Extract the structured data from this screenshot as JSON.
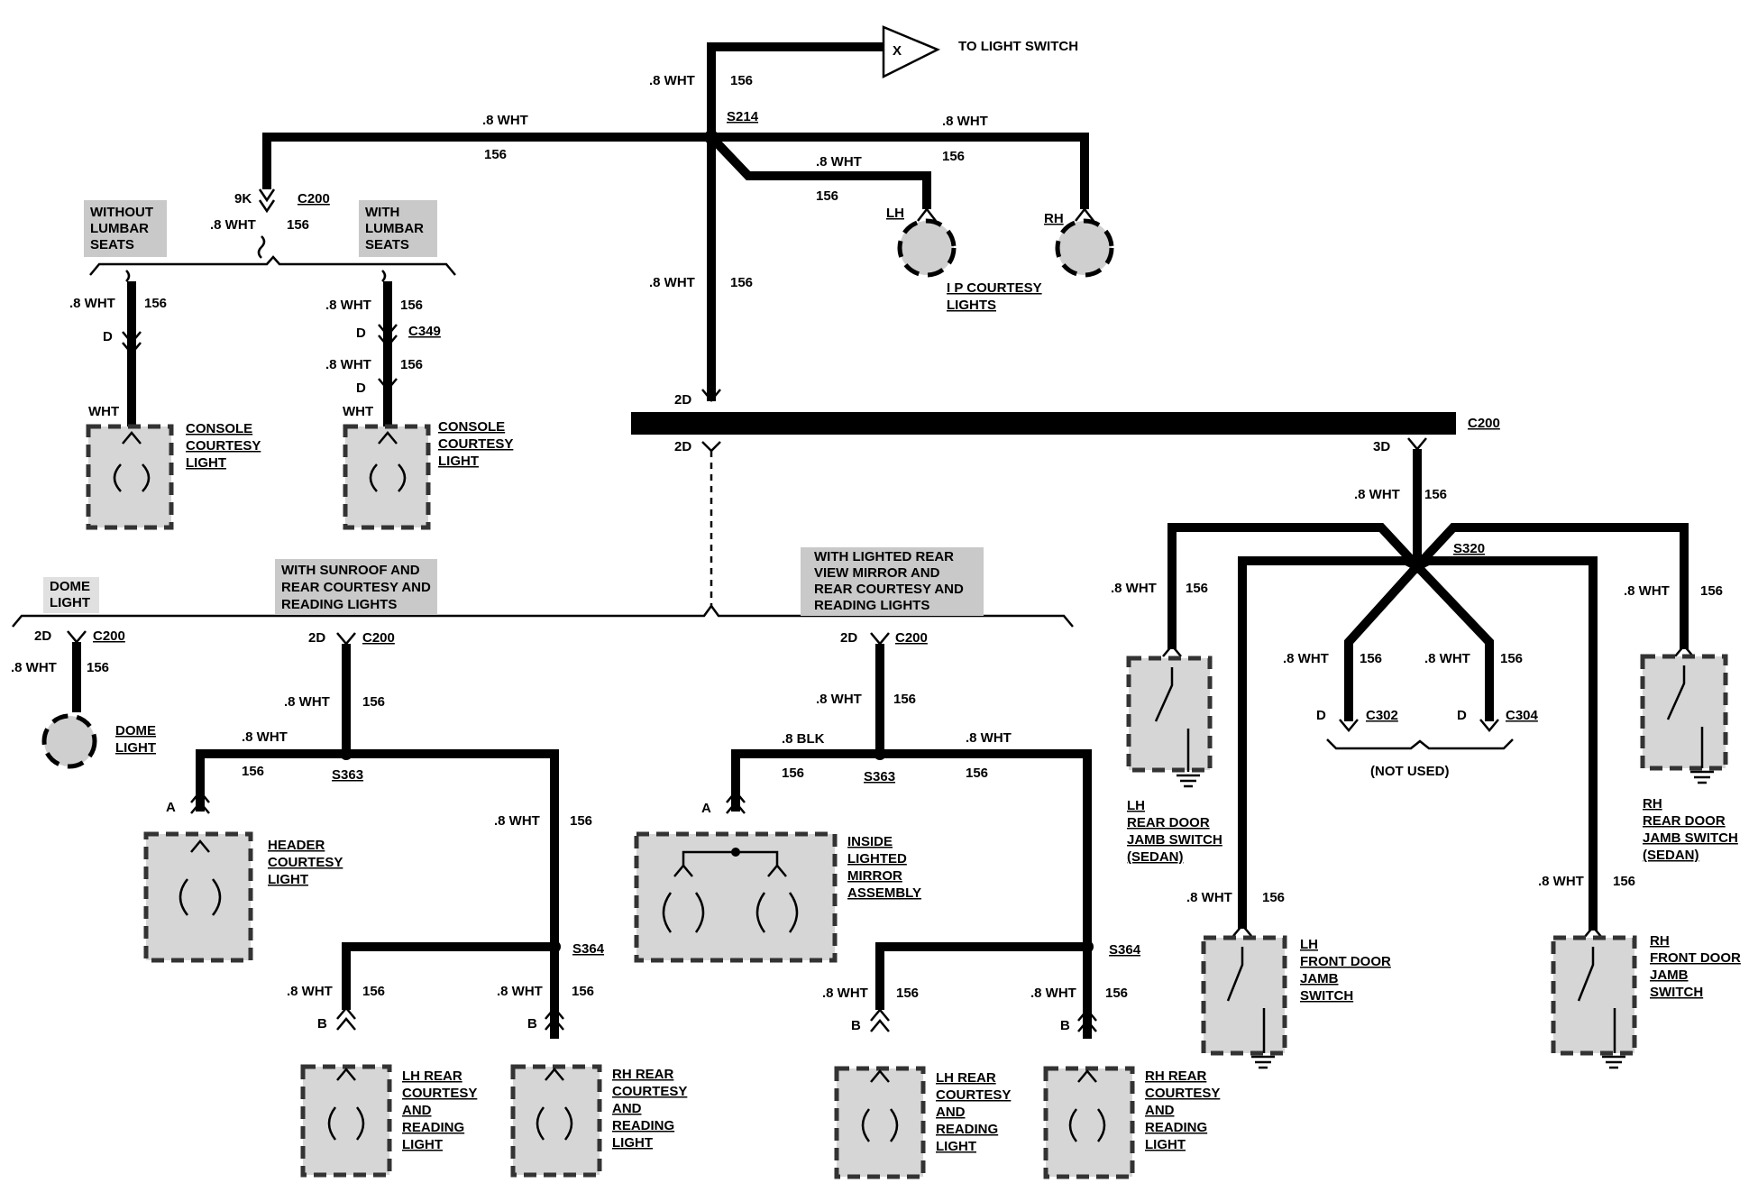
{
  "wire": {
    "gauge_wht": ".8 WHT",
    "gauge_blk": ".8 BLK",
    "circuit": "156"
  },
  "top": {
    "light_switch_letter": "X",
    "light_switch_label": "TO LIGHT SWITCH",
    "splice_s214": "S214",
    "lh": "LH",
    "rh": "RH",
    "ip_courtesy_line1": "I P COURTESY",
    "ip_courtesy_line2": "LIGHTS"
  },
  "left_upper": {
    "conn_9k": "9K",
    "conn_c200": "C200",
    "without_line1": "WITHOUT",
    "without_line2": "LUMBAR",
    "without_line3": "SEATS",
    "with_line1": "WITH",
    "with_line2": "LUMBAR",
    "with_line3": "SEATS",
    "pin_d": "D",
    "conn_c349": "C349",
    "wire_wht": "WHT",
    "console_line1": "CONSOLE",
    "console_line2": "COURTESY",
    "console_line3": "LIGHT"
  },
  "center": {
    "pin_2d": "2D",
    "pin_3d": "3D",
    "conn_c200": "C200"
  },
  "options": {
    "dome_line1": "DOME",
    "dome_line2": "LIGHT",
    "sunroof_line1": "WITH SUNROOF AND",
    "sunroof_line2": "REAR COURTESY AND",
    "sunroof_line3": "READING LIGHTS",
    "mirror_line1": "WITH LIGHTED REAR",
    "mirror_line2": "VIEW MIRROR AND",
    "mirror_line3": "REAR COURTESY AND",
    "mirror_line4": "READING LIGHTS"
  },
  "lower": {
    "pin_2d": "2D",
    "conn_c200": "C200",
    "dome_light_line1": "DOME",
    "dome_light_line2": "LIGHT",
    "splice_s363": "S363",
    "splice_s364": "S364",
    "pin_a": "A",
    "pin_b": "B",
    "header_line1": "HEADER",
    "header_line2": "COURTESY",
    "header_line3": "LIGHT",
    "mirror_line1": "INSIDE",
    "mirror_line2": "LIGHTED",
    "mirror_line3": "MIRROR",
    "mirror_line4": "ASSEMBLY",
    "lh_rear_line1": "LH REAR",
    "rh_rear_line1": "RH REAR",
    "rear_line2": "COURTESY",
    "rear_line3": "AND",
    "rear_line4": "READING",
    "rear_line5": "LIGHT"
  },
  "right": {
    "splice_s320": "S320",
    "pin_d": "D",
    "conn_c302": "C302",
    "conn_c304": "C304",
    "not_used": "(NOT USED)",
    "lh": "LH",
    "rh": "RH",
    "rear_door": "REAR DOOR",
    "jamb_switch": "JAMB SWITCH",
    "sedan": "(SEDAN)",
    "front_door": "FRONT DOOR",
    "jamb": "JAMB",
    "switch": "SWITCH"
  }
}
